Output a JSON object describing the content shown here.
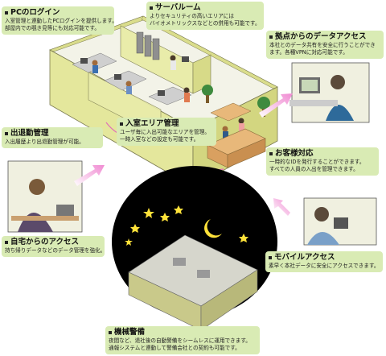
{
  "callouts": [
    {
      "id": "pc-login",
      "title": "PCのログイン",
      "body": [
        "入室管理と連動したPCログインを提供します。",
        "部屋内での覗き見等にも対応可能です。"
      ]
    },
    {
      "id": "server-room",
      "title": "サーバルーム",
      "body": [
        "よりセキュリティの高いエリアには",
        "バイオメトリックスなどとの併用も可能です。"
      ]
    },
    {
      "id": "remote-access",
      "title": "拠点からのデータアクセス",
      "body": [
        "本社とのデータ共有を安全に行うことができ",
        "ます。各種VPNに対応可能です。"
      ]
    },
    {
      "id": "attendance",
      "title": "出退勤管理",
      "body": [
        "入出履歴より出退勤管理が可能。"
      ]
    },
    {
      "id": "room-area",
      "title": "入室エリア管理",
      "body": [
        "ユーザ毎に入出可能なエリアを管理。",
        "一時入室などの設定も可能です。"
      ]
    },
    {
      "id": "visitor",
      "title": "お客様対応",
      "body": [
        "一時的なIDを発行することができます。",
        "すべての人員の入出を管理できます。"
      ]
    },
    {
      "id": "home-access",
      "title": "自宅からのアクセス",
      "body": [
        "持ち帰りデータなどのデータ管理を強化。"
      ]
    },
    {
      "id": "mobile",
      "title": "モバイルアクセス",
      "body": [
        "素早く本社データに安全にアクセスできます。"
      ]
    },
    {
      "id": "machine-security",
      "title": "機械警備",
      "body": [
        "夜間など、退社後の自動警備をシームレスに運用できます。",
        "通報システムと連動して警備会社との契約も可能です。"
      ]
    }
  ],
  "colors": {
    "callout_bg": "#d9ebb4",
    "wall": "#e4e79c",
    "floor": "#f2f2e6",
    "night_sky": "#000000",
    "arrow": "#f4a9dd"
  }
}
